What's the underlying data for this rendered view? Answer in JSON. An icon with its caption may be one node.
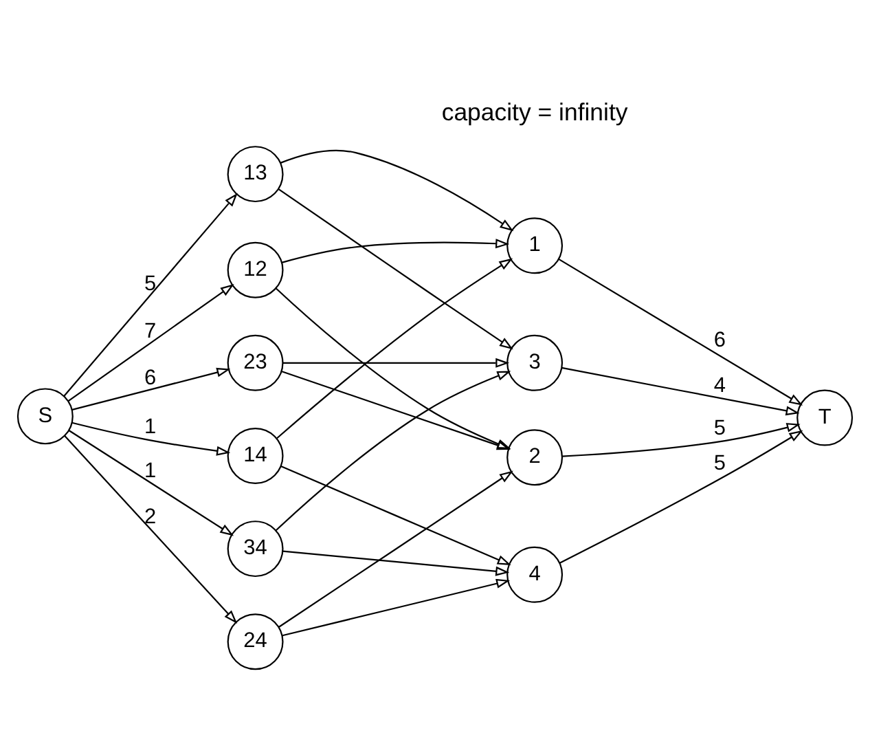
{
  "diagram": {
    "nodes": [
      {
        "text": [
          "S"
        ]
      },
      {
        "text": [
          "12"
        ]
      },
      {
        "text": [
          "13"
        ]
      },
      {
        "text": [
          "23"
        ]
      },
      {
        "text": [
          "14"
        ]
      },
      {
        "text": [
          "24"
        ]
      },
      {
        "text": [
          "34"
        ]
      },
      {
        "text": [
          "1"
        ]
      },
      {
        "text": [
          "2"
        ]
      },
      {
        "text": [
          "3"
        ]
      },
      {
        "text": [
          "4"
        ]
      },
      {
        "text": [
          "T"
        ]
      }
    ],
    "edges": [
      {
        "from": 0,
        "to": 1,
        "arrow": "to",
        "label": "7"
      },
      {
        "from": 0,
        "to": 2,
        "arrow": "to",
        "label": "5"
      },
      {
        "from": 0,
        "to": 3,
        "arrow": "to",
        "label": "6"
      },
      {
        "from": 0,
        "to": 4,
        "arrow": "to",
        "label": "1"
      },
      {
        "from": 0,
        "to": 5,
        "arrow": "to",
        "label": "2"
      },
      {
        "from": 0,
        "to": 6,
        "arrow": "to",
        "label": "1"
      },
      {
        "from": 1,
        "to": 7,
        "arrow": "to"
      },
      {
        "from": 1,
        "to": 8,
        "arrow": "to"
      },
      {
        "from": 2,
        "to": 7,
        "arrow": "to"
      },
      {
        "from": 2,
        "to": 9,
        "arrow": "to"
      },
      {
        "from": 3,
        "to": 8,
        "arrow": "to"
      },
      {
        "from": 3,
        "to": 9,
        "arrow": "to"
      },
      {
        "from": 4,
        "to": 7,
        "arrow": "to"
      },
      {
        "from": 4,
        "to": 10,
        "arrow": "to"
      },
      {
        "from": 5,
        "to": 8,
        "arrow": "to"
      },
      {
        "from": 5,
        "to": 10,
        "arrow": "to"
      },
      {
        "from": 6,
        "to": 9,
        "arrow": "to"
      },
      {
        "from": 6,
        "to": 10,
        "arrow": "to"
      },
      {
        "from": 7,
        "to": 11,
        "arrow": "to",
        "label": "6"
      },
      {
        "from": 8,
        "to": 11,
        "arrow": "to",
        "label": "5"
      },
      {
        "from": 9,
        "to": 11,
        "arrow": "to",
        "label": "4"
      },
      {
        "from": 10,
        "to": 11,
        "arrow": "to",
        "label": "5"
      }
    ],
    "labels": [
      "capacity = infinity"
    ]
  }
}
